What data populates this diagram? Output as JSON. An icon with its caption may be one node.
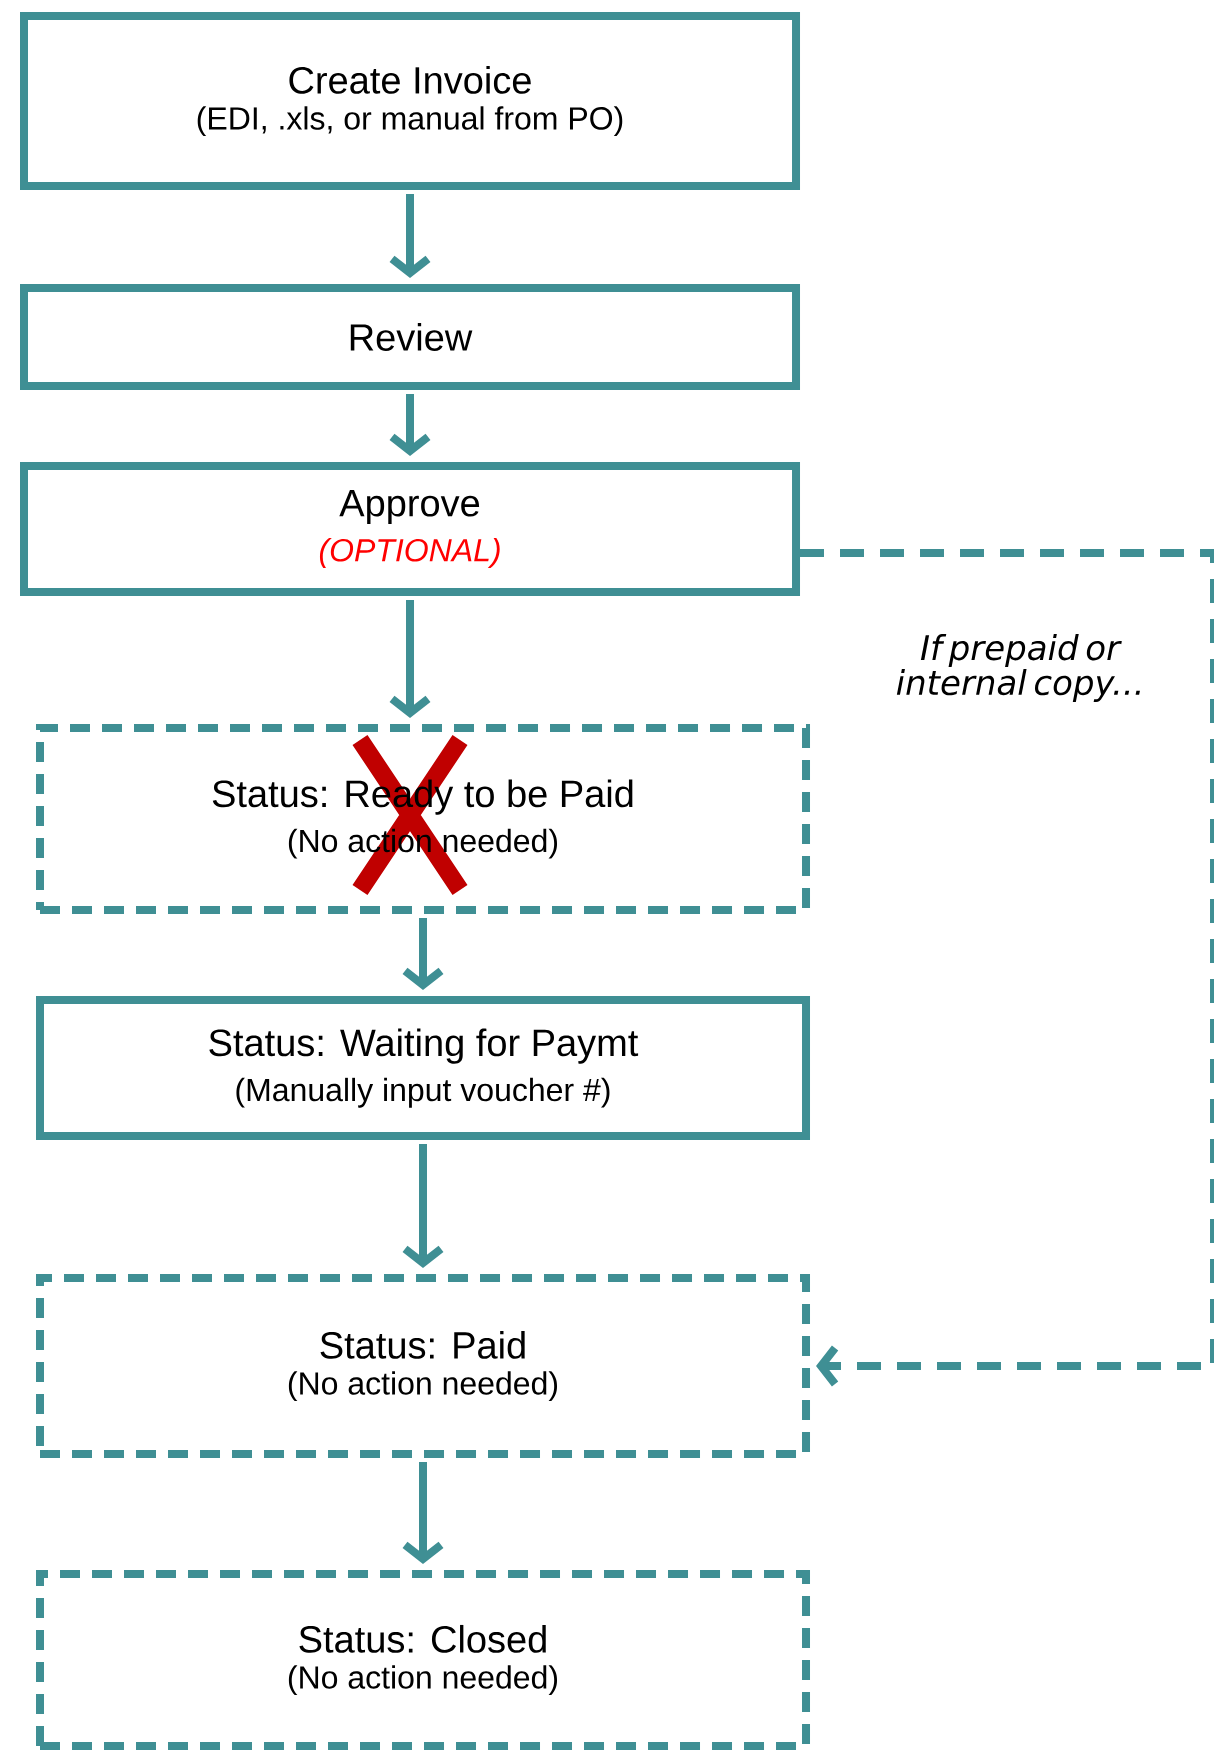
{
  "diagram": {
    "nodes": [
      {
        "text": [
          "Create Invoice",
          "(EDI, .xls, or manual from PO)"
        ]
      },
      {
        "text": [
          "Review"
        ]
      },
      {
        "text": [
          "Approve",
          "(OPTIONAL)"
        ]
      },
      {
        "text": [
          "Status: Ready to be Paid",
          "(No action needed)"
        ]
      },
      {
        "text": [
          "Status: Waiting for Paymt",
          "(Manually input voucher #)"
        ]
      },
      {
        "text": [
          "Status: Paid",
          "(No action needed)"
        ]
      },
      {
        "text": [
          "Status: Closed",
          "(No action needed)"
        ]
      }
    ],
    "edges": [
      {
        "from": 0,
        "to": 1,
        "arrow": "to"
      },
      {
        "from": 1,
        "to": 2,
        "arrow": "to"
      },
      {
        "from": 2,
        "to": 3,
        "arrow": "to"
      },
      {
        "from": 3,
        "to": 4,
        "arrow": "to"
      },
      {
        "from": 4,
        "to": 5,
        "arrow": "to"
      },
      {
        "from": 5,
        "to": 6,
        "arrow": "to"
      },
      {
        "from": 2,
        "to": 5,
        "arrow": "to",
        "style": "dashed",
        "label": "If prepaid or internal copy..."
      }
    ]
  }
}
